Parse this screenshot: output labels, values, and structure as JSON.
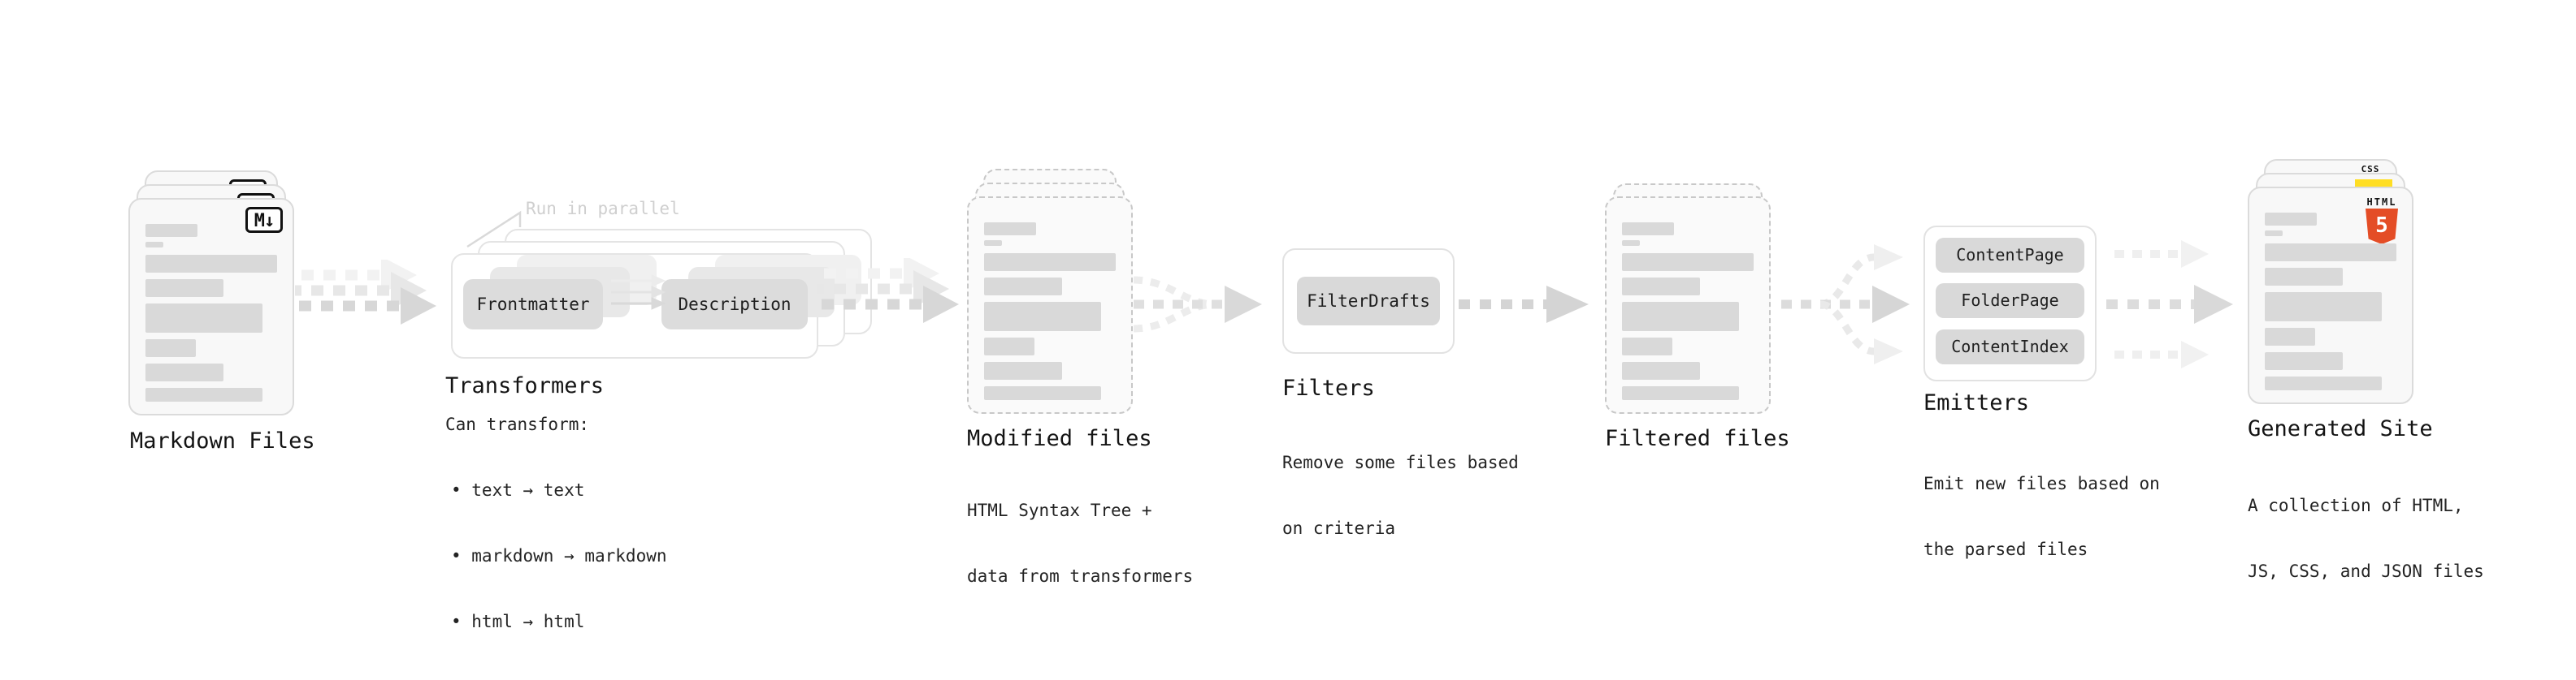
{
  "colors": {
    "html5_orange": "#E44D26",
    "js_yellow": "#FFDE24",
    "css_blue": "#2965F1"
  },
  "stages": {
    "markdown_files": {
      "title": "Markdown Files",
      "badge": "M↓"
    },
    "transformers": {
      "title": "Transformers",
      "parallel_note": "Run in parallel",
      "left_pill": "Frontmatter",
      "right_pill": "Description",
      "caption_heading": "Can transform:",
      "bullets": [
        "• text → text",
        "• markdown → markdown",
        "• html → html"
      ]
    },
    "modified_files": {
      "title": "Modified files",
      "caption": [
        "HTML Syntax Tree +",
        "data from transformers"
      ]
    },
    "filters": {
      "title": "Filters",
      "pill": "FilterDrafts",
      "caption": [
        "Remove some files based",
        "on criteria"
      ]
    },
    "filtered_files": {
      "title": "Filtered files"
    },
    "emitters": {
      "title": "Emitters",
      "pills": [
        "ContentPage",
        "FolderPage",
        "ContentIndex"
      ],
      "caption": [
        "Emit new files based on",
        "the parsed files"
      ]
    },
    "generated_site": {
      "title": "Generated Site",
      "caption": [
        "A collection of HTML,",
        "JS, CSS, and JSON files"
      ],
      "html_badge_label": "HTML",
      "html_badge_number": "5",
      "css_badge_label": "CSS"
    }
  }
}
